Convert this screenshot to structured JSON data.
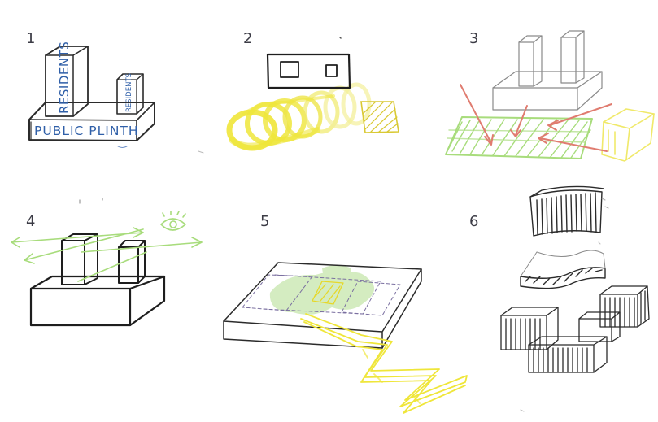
{
  "sheet": {
    "panels": [
      {
        "number": "1",
        "labels": {
          "tower_left": "RESIDENTS",
          "tower_right": "RESIDENTS",
          "plinth": "PUBLIC PLINTH"
        }
      },
      {
        "number": "2"
      },
      {
        "number": "3"
      },
      {
        "number": "4"
      },
      {
        "number": "5"
      },
      {
        "number": "6"
      }
    ]
  },
  "colors": {
    "ink": "#2b2b2b",
    "pencil": "#8a8a8a",
    "blue_label": "#2f5fa8",
    "yellow": "#efe63a",
    "pale_yellow": "#f3ef9a",
    "green": "#a8dc7c",
    "red_arrow": "#e07c70"
  }
}
